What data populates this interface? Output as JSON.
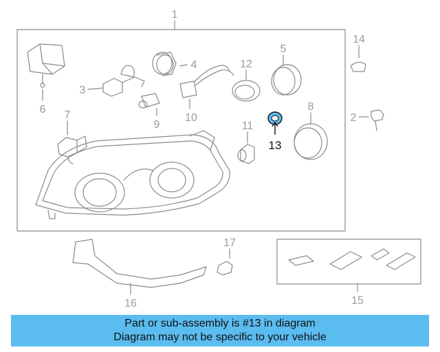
{
  "callouts": {
    "c1": "1",
    "c2": "2",
    "c3": "3",
    "c4": "4",
    "c5": "5",
    "c6": "6",
    "c7": "7",
    "c8": "8",
    "c9": "9",
    "c10": "10",
    "c11": "11",
    "c12": "12",
    "c13": "13",
    "c14": "14",
    "c15": "15",
    "c16": "16",
    "c17": "17"
  },
  "highlight_part": "13",
  "colors": {
    "banner": "#5bbcf0",
    "highlight": "#5bbcf0",
    "line": "#8a8a8a",
    "label": "#9a9a9a"
  },
  "banner": {
    "line1": "Part or sub-assembly is #13 in diagram",
    "line2": "Diagram may not be specific to your vehicle"
  }
}
